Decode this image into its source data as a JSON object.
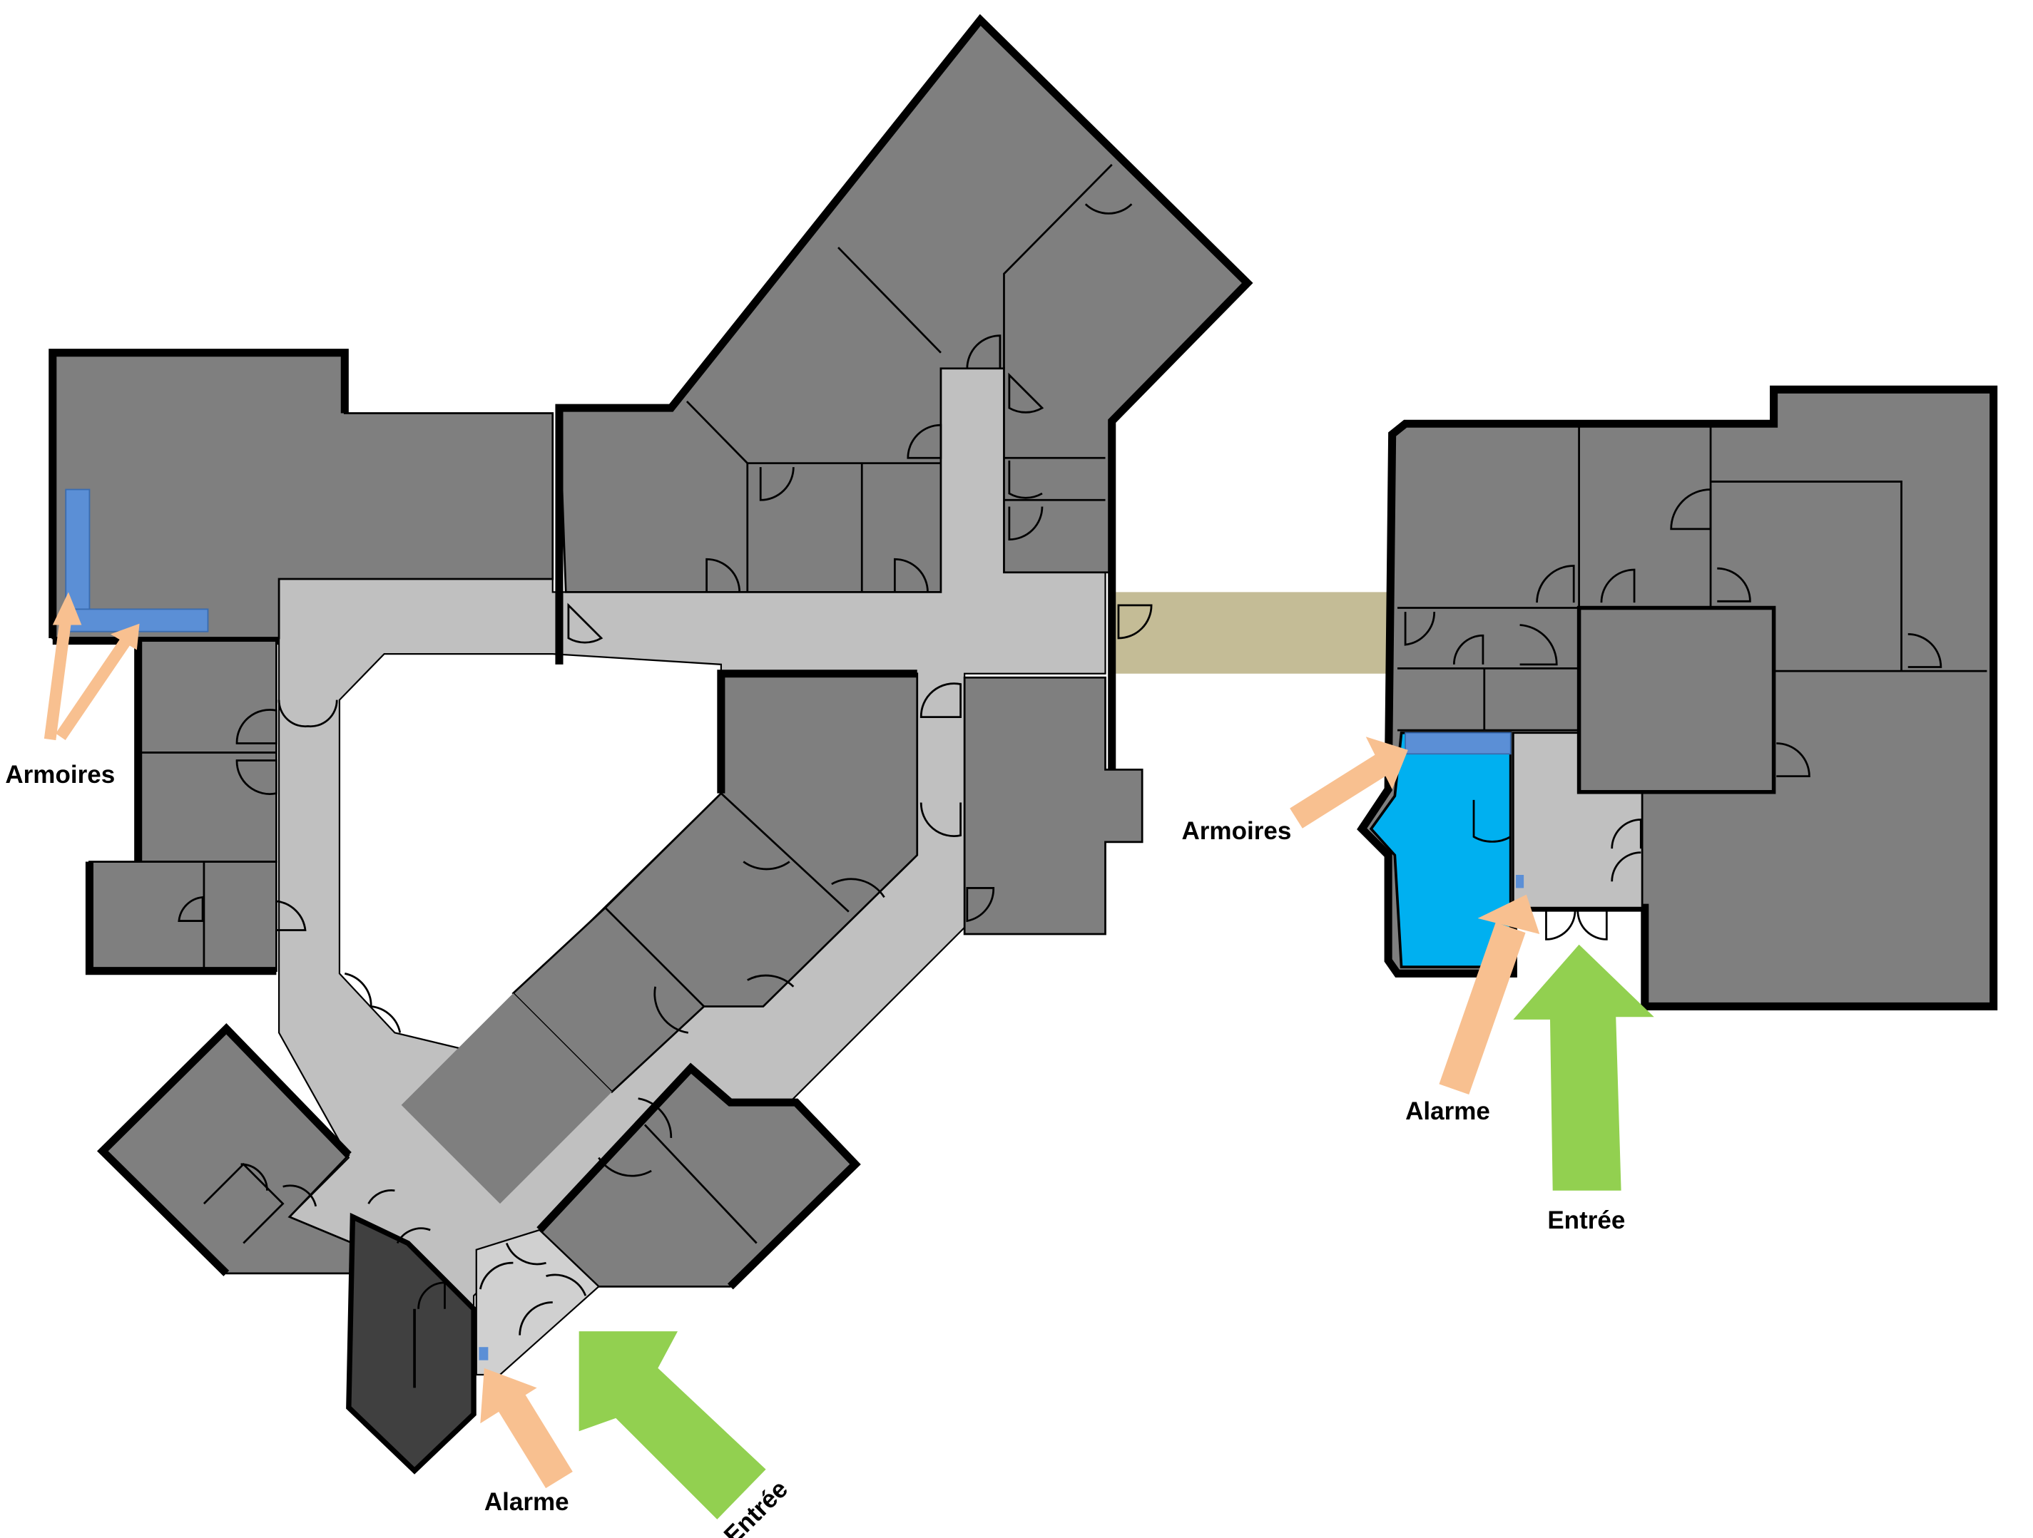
{
  "labels": {
    "armoires_left": "Armoires",
    "armoires_right": "Armoires",
    "alarme_left": "Alarme",
    "alarme_right": "Alarme",
    "entree_left": "Entrée",
    "entree_right": "Entrée"
  },
  "colors": {
    "room": "#7f7f7f",
    "corridor": "#c0c0c0",
    "dark_room": "#404040",
    "armoires": "#5b8fd6",
    "highlight_room": "#00b0f0",
    "passage": "#c4bc96",
    "pointer_arrow": "#f8c090",
    "entrance_arrow": "#92d050"
  }
}
